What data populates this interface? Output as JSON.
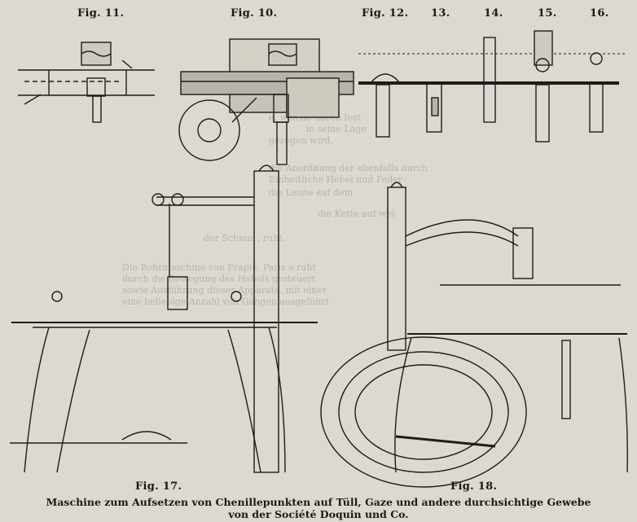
{
  "figures": {
    "fig11": "Fig. 11.",
    "fig10": "Fig. 10.",
    "fig12": "Fig. 12.",
    "fig13": "13.",
    "fig14": "14.",
    "fig15": "15.",
    "fig16": "16.",
    "fig17": "Fig. 17.",
    "fig18": "Fig. 18."
  },
  "caption": {
    "line1": "Maschine zum Aufsetzen von Chenillepunkten auf Tüll, Gaze und andere durchsichtige Gewebe",
    "line2": "von der Société Doquin und Co."
  },
  "bleed_text": [
    "e, welche durch  fest",
    "             in seine Lage",
    "gezogen wird.",
    "die Anordnung der ebenfalls durch",
    "Einheitliche Hebel und Feder",
    "die Leiste  auf dem",
    "die Kette  auf wel-",
    "der Schnur , ruht.",
    "Die Bohrmaschine von Frapié, Paris e ruht",
    "durch die Bewegung des Hebels gesteuert",
    "sowie Ausführung dieser Apparate, mit einer",
    "eine beliebige Anzahl von Gängen ausgeführt"
  ]
}
